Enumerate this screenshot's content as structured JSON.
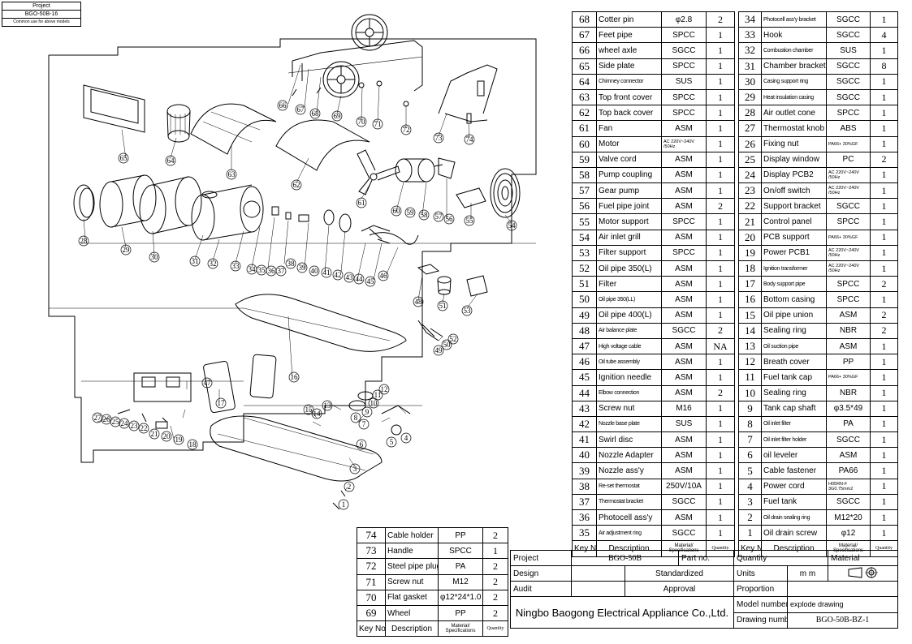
{
  "header": {
    "project_label": "Project",
    "project_code": "BGO-50B-16",
    "note": "Common use for above models"
  },
  "callouts": {
    "c1": "1",
    "c2": "2",
    "c3": "3",
    "c4": "4",
    "c5": "5",
    "c6": "6",
    "c7": "7",
    "c8": "8",
    "c9": "9",
    "c10": "10",
    "c11": "11",
    "c12": "12",
    "c13": "13",
    "c14": "14",
    "c15": "15",
    "c16": "16",
    "c17": "17",
    "c18": "18",
    "c19": "19",
    "c20": "20",
    "c21": "21",
    "c22": "22",
    "c23": "23",
    "c24": "24",
    "c25": "25",
    "c26": "26",
    "c27": "27",
    "c28": "28",
    "c29": "29",
    "c30": "30",
    "c31": "31",
    "c32": "32",
    "c33": "33",
    "c34": "34",
    "c35": "35",
    "c36": "36",
    "c37": "37",
    "c38": "38",
    "c39": "39",
    "c40": "40",
    "c41": "41",
    "c42": "42",
    "c43": "43",
    "c44": "44",
    "c45": "45",
    "c46": "46",
    "c47": "47",
    "c48": "48",
    "c49": "49",
    "c50": "50",
    "c51": "51",
    "c52": "52",
    "c53": "53",
    "c54": "54",
    "c55": "55",
    "c56": "56",
    "c57": "57",
    "c58": "58",
    "c59": "59",
    "c60": "60",
    "c61": "61",
    "c62": "62",
    "c63": "63",
    "c64": "64",
    "c65": "65",
    "c66": "66",
    "c67": "67",
    "c68": "68",
    "c69": "69",
    "c70": "70",
    "c71": "71",
    "c72": "72",
    "c73": "73",
    "c74": "74"
  },
  "colhead": {
    "key": "Key No.",
    "desc": "Description",
    "mat": "Material/ Specifications",
    "qty": "Quantity"
  },
  "table_a": [
    {
      "k": "68",
      "d": "Cotter pin",
      "m": "φ2.8",
      "q": "2"
    },
    {
      "k": "67",
      "d": "Feet pipe",
      "m": "SPCC",
      "q": "1"
    },
    {
      "k": "66",
      "d": "wheel axle",
      "m": "SGCC",
      "q": "1"
    },
    {
      "k": "65",
      "d": "Side plate",
      "m": "SPCC",
      "q": "1"
    },
    {
      "k": "64",
      "d": "Chimney connector",
      "m": "SUS",
      "q": "1"
    },
    {
      "k": "63",
      "d": "Top front cover",
      "m": "SPCC",
      "q": "1"
    },
    {
      "k": "62",
      "d": "Top back cover",
      "m": "SPCC",
      "q": "1"
    },
    {
      "k": "61",
      "d": "Fan",
      "m": "ASM",
      "q": "1"
    },
    {
      "k": "60",
      "d": "Motor",
      "m": "AC 220V~240V /50Hz",
      "q": "1"
    },
    {
      "k": "59",
      "d": "Valve cord",
      "m": "ASM",
      "q": "1"
    },
    {
      "k": "58",
      "d": "Pump coupling",
      "m": "ASM",
      "q": "1"
    },
    {
      "k": "57",
      "d": "Gear pump",
      "m": "ASM",
      "q": "1"
    },
    {
      "k": "56",
      "d": "Fuel pipe joint",
      "m": "ASM",
      "q": "2"
    },
    {
      "k": "55",
      "d": "Motor support",
      "m": "SPCC",
      "q": "1"
    },
    {
      "k": "54",
      "d": "Air inlet grill",
      "m": "ASM",
      "q": "1"
    },
    {
      "k": "53",
      "d": "Filter support",
      "m": "SPCC",
      "q": "1"
    },
    {
      "k": "52",
      "d": "Oil pipe 350(L)",
      "m": "ASM",
      "q": "1"
    },
    {
      "k": "51",
      "d": "Filter",
      "m": "ASM",
      "q": "1"
    },
    {
      "k": "50",
      "d": "Oil pipe 350(LL)",
      "m": "ASM",
      "q": "1"
    },
    {
      "k": "49",
      "d": "Oil pipe 400(L)",
      "m": "ASM",
      "q": "1"
    },
    {
      "k": "48",
      "d": "Air balance plate",
      "m": "SGCC",
      "q": "2"
    },
    {
      "k": "47",
      "d": "High voltage cable",
      "m": "ASM",
      "q": "NA"
    },
    {
      "k": "46",
      "d": "Oil tube assembly",
      "m": "ASM",
      "q": "1"
    },
    {
      "k": "45",
      "d": "Ignition needle",
      "m": "ASM",
      "q": "1"
    },
    {
      "k": "44",
      "d": "Elbow connection",
      "m": "ASM",
      "q": "2"
    },
    {
      "k": "43",
      "d": "Screw nut",
      "m": "M16",
      "q": "1"
    },
    {
      "k": "42",
      "d": "Nozzle base plate",
      "m": "SUS",
      "q": "1"
    },
    {
      "k": "41",
      "d": "Swirl disc",
      "m": "ASM",
      "q": "1"
    },
    {
      "k": "40",
      "d": "Nozzle Adapter",
      "m": "ASM",
      "q": "1"
    },
    {
      "k": "39",
      "d": "Nozzle ass'y",
      "m": "ASM",
      "q": "1"
    },
    {
      "k": "38",
      "d": "Re-set thermostat",
      "m": "250V/10A",
      "q": "1"
    },
    {
      "k": "37",
      "d": "Thermostat bracket",
      "m": "SGCC",
      "q": "1"
    },
    {
      "k": "36",
      "d": "Photocell ass'y",
      "m": "ASM",
      "q": "1"
    },
    {
      "k": "35",
      "d": "Air adjustment ring",
      "m": "SGCC",
      "q": "1"
    }
  ],
  "table_b": [
    {
      "k": "34",
      "d": "Photocell ass'y bracket",
      "m": "SGCC",
      "q": "1"
    },
    {
      "k": "33",
      "d": "Hook",
      "m": "SGCC",
      "q": "4"
    },
    {
      "k": "32",
      "d": "Combustion chamber",
      "m": "SUS",
      "q": "1"
    },
    {
      "k": "31",
      "d": "Chamber bracket",
      "m": "SGCC",
      "q": "8"
    },
    {
      "k": "30",
      "d": "Casing support ring",
      "m": "SGCC",
      "q": "1"
    },
    {
      "k": "29",
      "d": "Heat insulation casing",
      "m": "SGCC",
      "q": "1"
    },
    {
      "k": "28",
      "d": "Air outlet cone",
      "m": "SPCC",
      "q": "1"
    },
    {
      "k": "27",
      "d": "Thermostat knob",
      "m": "ABS",
      "q": "1"
    },
    {
      "k": "26",
      "d": "Fixing nut",
      "m": "PA66+ 30%GF",
      "q": "1"
    },
    {
      "k": "25",
      "d": "Display window",
      "m": "PC",
      "q": "2"
    },
    {
      "k": "24",
      "d": "Display PCB2",
      "m": "AC 220V~240V /50Hz",
      "q": "1"
    },
    {
      "k": "23",
      "d": "On/off switch",
      "m": "AC 220V~240V /50Hz",
      "q": "1"
    },
    {
      "k": "22",
      "d": "Support bracket",
      "m": "SGCC",
      "q": "1"
    },
    {
      "k": "21",
      "d": "Control panel",
      "m": "SPCC",
      "q": "1"
    },
    {
      "k": "20",
      "d": "PCB support",
      "m": "PA66+ 30%GF",
      "q": "1"
    },
    {
      "k": "19",
      "d": "Power PCB1",
      "m": "AC 220V~240V /50Hz",
      "q": "1"
    },
    {
      "k": "18",
      "d": "Ignition transformer",
      "m": "AC 220V~240V /50Hz",
      "q": "1"
    },
    {
      "k": "17",
      "d": "Body support pipe",
      "m": "SPCC",
      "q": "2"
    },
    {
      "k": "16",
      "d": "Bottom casing",
      "m": "SPCC",
      "q": "1"
    },
    {
      "k": "15",
      "d": "Oil pipe union",
      "m": "ASM",
      "q": "2"
    },
    {
      "k": "14",
      "d": "Sealing ring",
      "m": "NBR",
      "q": "2"
    },
    {
      "k": "13",
      "d": "Oil suction pipe",
      "m": "ASM",
      "q": "1"
    },
    {
      "k": "12",
      "d": "Breath cover",
      "m": "PP",
      "q": "1"
    },
    {
      "k": "11",
      "d": "Fuel tank cap",
      "m": "PA66+ 30%GF",
      "q": "1"
    },
    {
      "k": "10",
      "d": "Sealing ring",
      "m": "NBR",
      "q": "1"
    },
    {
      "k": "9",
      "d": "Tank cap shaft",
      "m": "φ3.5*49",
      "q": "1"
    },
    {
      "k": "8",
      "d": "Oil inlet filter",
      "m": "PA",
      "q": "1"
    },
    {
      "k": "7",
      "d": "Oil inlet filter holder",
      "m": "SGCC",
      "q": "1"
    },
    {
      "k": "6",
      "d": "oil leveler",
      "m": "ASM",
      "q": "1"
    },
    {
      "k": "5",
      "d": "Cable fastener",
      "m": "PA66",
      "q": "1"
    },
    {
      "k": "4",
      "d": "Power cord",
      "m": "H05RN-F 3G0.75mm2",
      "q": "1"
    },
    {
      "k": "3",
      "d": "Fuel tank",
      "m": "SGCC",
      "q": "1"
    },
    {
      "k": "2",
      "d": "Oil drain sealing ring",
      "m": "M12*20",
      "q": "1"
    },
    {
      "k": "1",
      "d": "Oil drain screw",
      "m": "φ12",
      "q": "1"
    }
  ],
  "table_c": [
    {
      "k": "74",
      "d": "Cable holder",
      "m": "PP",
      "q": "2"
    },
    {
      "k": "73",
      "d": "Handle",
      "m": "SPCC",
      "q": "1"
    },
    {
      "k": "72",
      "d": "Steel pipe plug",
      "m": "PA",
      "q": "2"
    },
    {
      "k": "71",
      "d": "Screw nut",
      "m": "M12",
      "q": "2"
    },
    {
      "k": "70",
      "d": "Flat gasket",
      "m": "φ12*24*1.0",
      "q": "2"
    },
    {
      "k": "69",
      "d": "Wheel",
      "m": "PP",
      "q": "2"
    }
  ],
  "titleblock": {
    "project_label": "Project",
    "project_value": "BGO-50B",
    "partno_label": "Part no.",
    "quantity_label": "Quantity",
    "material_label": "Material",
    "design_label": "Design",
    "standardized_label": "Standardized",
    "units_label": "Units",
    "units_value": "m m",
    "audit_label": "Audit",
    "approval_label": "Approval",
    "proportion_label": "Proportion",
    "company": "Ningbo Baogong Electrical Appliance Co.,Ltd.",
    "model_label": "Model number",
    "model_value": "explode drawing",
    "drawing_label": "Drawing number",
    "drawing_value": "BGO-50B-BZ-1"
  }
}
